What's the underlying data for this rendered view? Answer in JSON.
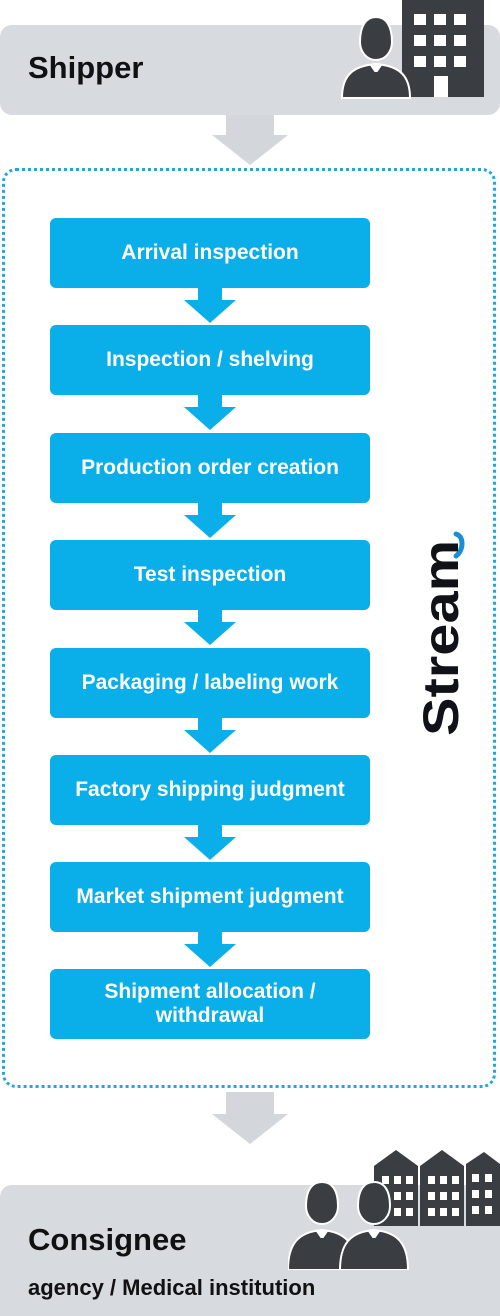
{
  "shipper": {
    "title": "Shipper",
    "icon": "businessman-building-icon"
  },
  "process": {
    "steps": [
      "Arrival inspection",
      "Inspection / shelving",
      "Production order creation",
      "Test inspection",
      "Packaging / labeling work",
      "Factory shipping judgment",
      "Market shipment judgment",
      "Shipment allocation / withdrawal"
    ],
    "logo_text": "Stream"
  },
  "consignee": {
    "title": "Consignee",
    "subtitle": "agency / Medical institution",
    "icon": "businessmen-buildings-icon"
  },
  "colors": {
    "step": "#0aaee8",
    "band": "#d7dadf",
    "arrow_gray": "#d3d6db",
    "border": "#1fa7e0",
    "icon": "#3a3d42"
  }
}
